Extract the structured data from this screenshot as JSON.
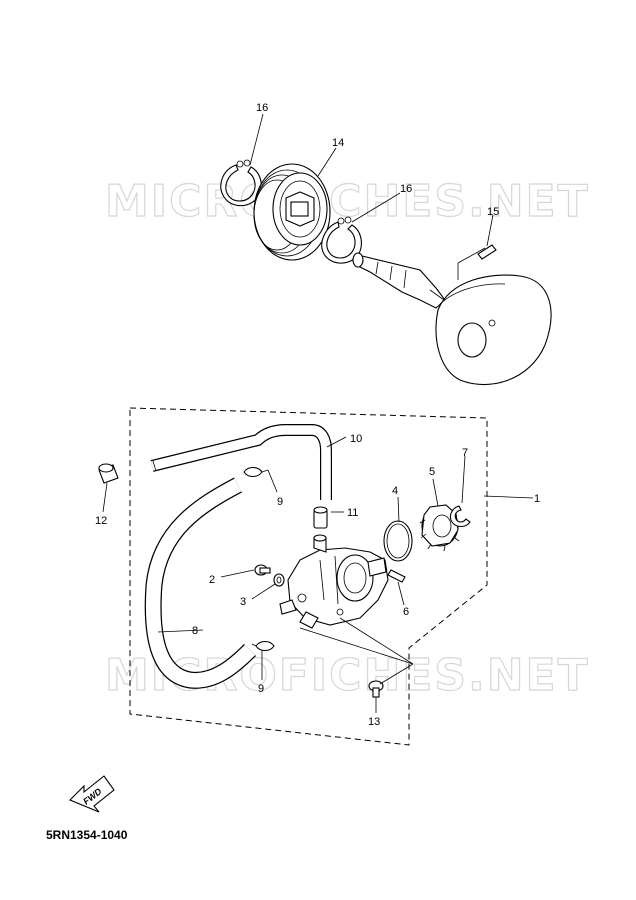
{
  "watermark": {
    "text": "MICROFICHES.NET"
  },
  "diagram_code": "5RN1354-1040",
  "fwd_label": "FWD",
  "callouts": [
    {
      "id": "c1",
      "label": "1"
    },
    {
      "id": "c2",
      "label": "2"
    },
    {
      "id": "c3",
      "label": "3"
    },
    {
      "id": "c4",
      "label": "4"
    },
    {
      "id": "c5",
      "label": "5"
    },
    {
      "id": "c6",
      "label": "6"
    },
    {
      "id": "c7",
      "label": "7"
    },
    {
      "id": "c8",
      "label": "8"
    },
    {
      "id": "c9a",
      "label": "9"
    },
    {
      "id": "c9b",
      "label": "9"
    },
    {
      "id": "c10",
      "label": "10"
    },
    {
      "id": "c11",
      "label": "11"
    },
    {
      "id": "c12",
      "label": "12"
    },
    {
      "id": "c13",
      "label": "13"
    },
    {
      "id": "c14",
      "label": "14"
    },
    {
      "id": "c15",
      "label": "15"
    },
    {
      "id": "c16a",
      "label": "16"
    },
    {
      "id": "c16b",
      "label": "16"
    }
  ]
}
